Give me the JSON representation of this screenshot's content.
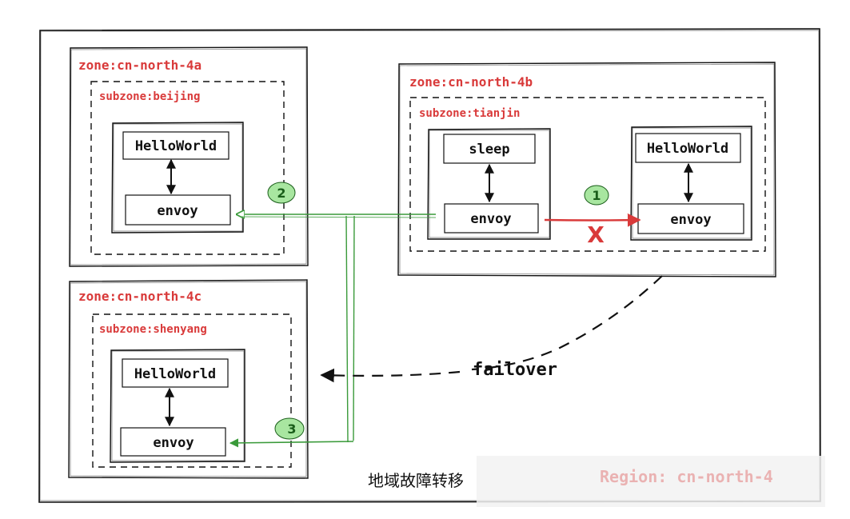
{
  "diagram": {
    "region_label": "Region: cn-north-4",
    "title": "地域故障转移",
    "failover_label": "failover",
    "zones": {
      "a": {
        "label": "zone:cn-north-4a",
        "subzone": "subzone:beijing"
      },
      "b": {
        "label": "zone:cn-north-4b",
        "subzone": "subzone:tianjin"
      },
      "c": {
        "label": "zone:cn-north-4c",
        "subzone": "subzone:shenyang"
      }
    },
    "boxes": {
      "a_app": "HelloWorld",
      "a_proxy": "envoy",
      "b_client_app": "sleep",
      "b_client_proxy": "envoy",
      "b_app": "HelloWorld",
      "b_proxy": "envoy",
      "c_app": "HelloWorld",
      "c_proxy": "envoy"
    },
    "steps": [
      "1",
      "2",
      "3"
    ],
    "failed_mark": "X",
    "colors": {
      "zone_label": "#d93a3a",
      "failed_path": "#d93a3a",
      "failover_path": "#3a9a3a",
      "step_badge": "#a8e6a0"
    }
  }
}
